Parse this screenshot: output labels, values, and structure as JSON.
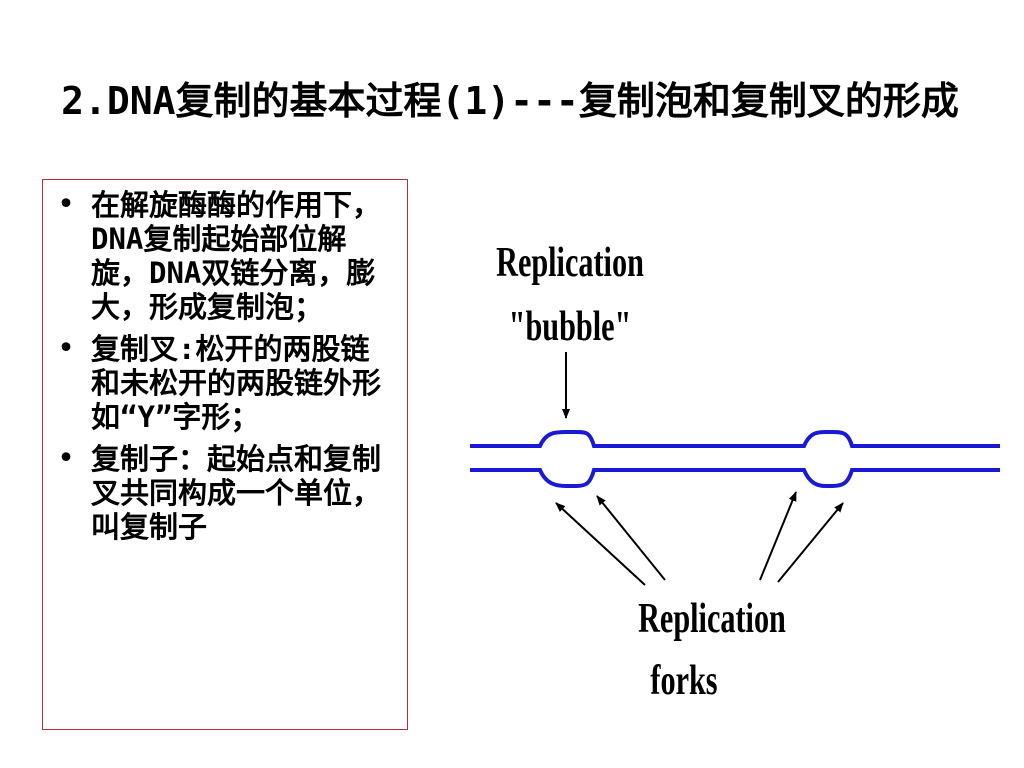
{
  "title": "2.DNA复制的基本过程(1)---复制泡和复制叉的形成",
  "bullets": [
    "在解旋酶酶的作用下，DNA复制起始部位解旋，DNA双链分离，膨大，形成复制泡；",
    "复制叉:松开的两股链和未松开的两股链外形如“Y”字形；",
    "复制子：起始点和复制叉共同构成一个单位，叫复制子"
  ],
  "diagram": {
    "bubble_label_line1": "Replication",
    "bubble_label_line2": "\"bubble\"",
    "forks_label_line1": "Replication",
    "forks_label_line2": "forks"
  },
  "colors": {
    "dna_strand": "#1a1ad6",
    "arrow": "#000000",
    "box_border": "#b0303a"
  }
}
